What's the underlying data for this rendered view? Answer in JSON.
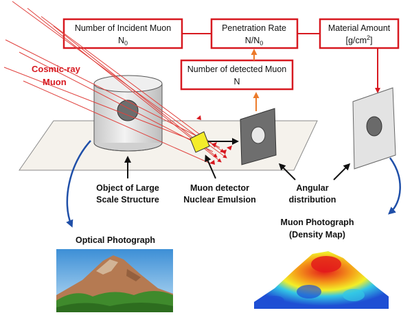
{
  "boxes": {
    "incident": {
      "line1": "Number of Incident Muon",
      "base": "N",
      "sub": "0"
    },
    "penetration": {
      "line1": "Penetration Rate",
      "pre": "N/N",
      "sub": "0"
    },
    "material": {
      "line1": "Material Amount",
      "pre": "[g/cm",
      "sup": "2",
      "post": "]"
    },
    "detected": {
      "line1": "Number of detected Muon",
      "line2": "N"
    }
  },
  "labels": {
    "cosmic_1": "Cosmic-ray",
    "cosmic_2": "Muon",
    "object_1": "Object of Large",
    "object_2": "Scale Structure",
    "detector_1": "Muon detector",
    "detector_2": "Nuclear Emulsion",
    "angular_1": "Angular",
    "angular_2": "distribution",
    "optical": "Optical Photograph",
    "muon_photo_1": "Muon Photograph",
    "muon_photo_2": "(Density Map)"
  },
  "colors": {
    "box_border": "#d71920",
    "cosmic_text": "#d71920",
    "ray": "#e0403c",
    "orange_arrow": "#ec7a2a",
    "blue_arrow": "#1f4fa8",
    "detector_fill": "#f4ec2a",
    "film_fill": "#6e6e6e"
  }
}
